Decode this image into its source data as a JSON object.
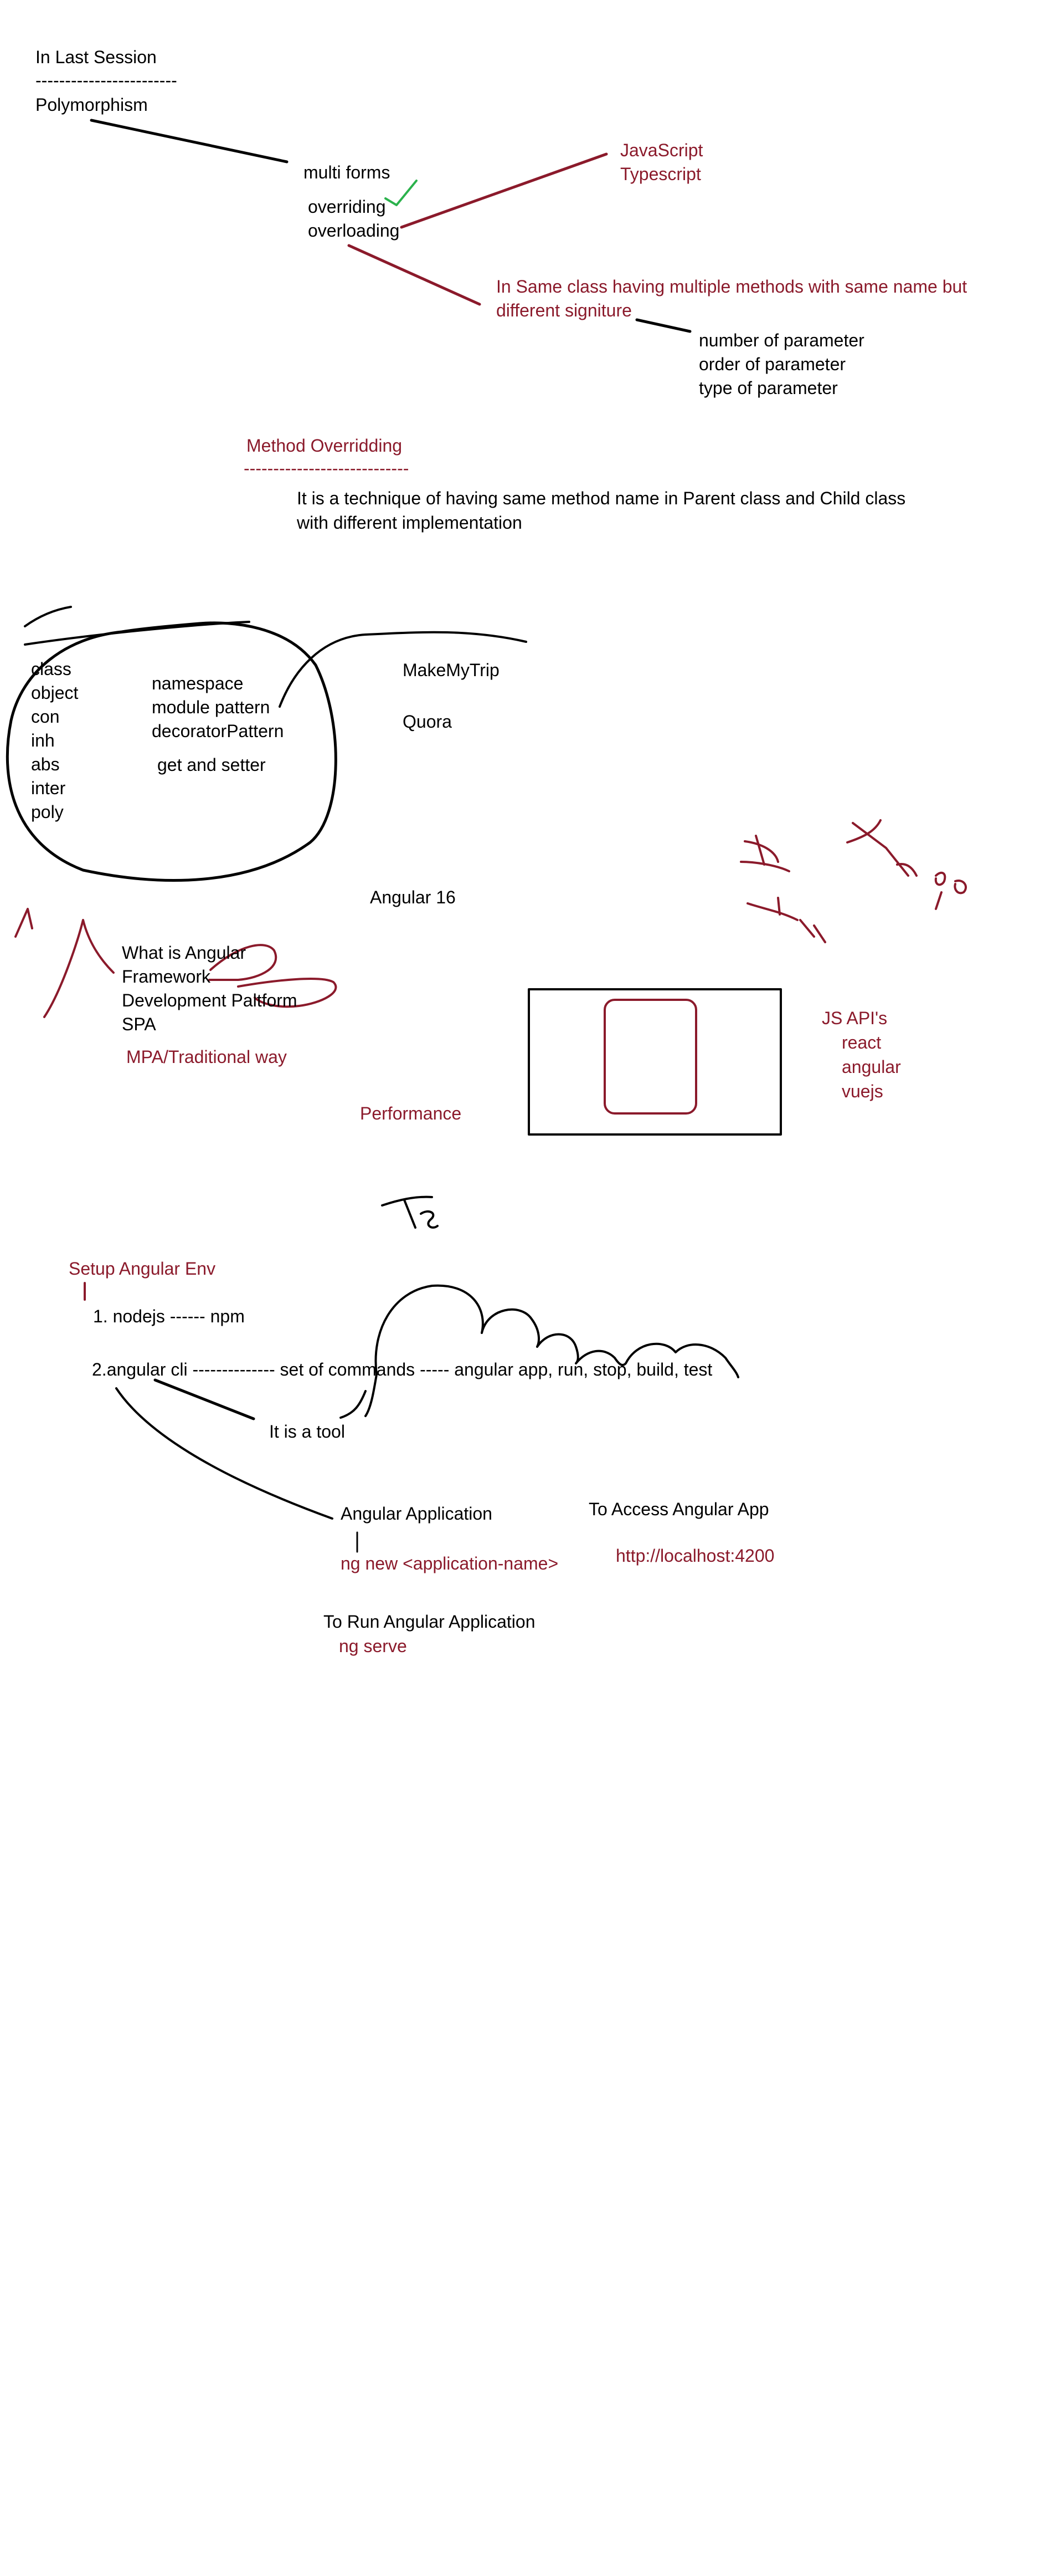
{
  "colors": {
    "text": "#000000",
    "accent_red": "#8b1a2b",
    "check_green": "#2bb24c"
  },
  "session": {
    "heading": "In Last Session",
    "divider": "------------------------",
    "topic": "Polymorphism"
  },
  "polymorphism": {
    "multi_forms": "multi forms",
    "overriding": "overriding",
    "overloading": "overloading",
    "langs": [
      "JavaScript",
      "Typescript"
    ],
    "overloading_def_1": "In Same class having multiple methods with same name but",
    "overloading_def_2": "different signiture",
    "params": [
      "number of parameter",
      "order of parameter",
      "type of parameter"
    ]
  },
  "overriding_section": {
    "title": "Method Overridding",
    "divider": "----------------------------",
    "desc_1": "It is a technique of having same method name in Parent class and Child class",
    "desc_2": "with different implementation"
  },
  "oop_list": [
    "class",
    "object",
    "con",
    "inh",
    "abs",
    "inter",
    "poly"
  ],
  "patterns": {
    "namespace": "namespace",
    "module": "module pattern",
    "decorator": "decoratorPattern",
    "getset": "get and setter"
  },
  "sites": [
    "MakeMyTrip",
    "Quora"
  ],
  "angular_title": "Angular 16",
  "angular_list": [
    "What is Angular",
    "Framework",
    "Development Paltform",
    "SPA"
  ],
  "mpa": "MPA/Traditional way",
  "performance": "Performance",
  "js_apis": {
    "title": "JS API's",
    "items": [
      "react",
      "angular",
      "vuejs"
    ]
  },
  "setup": {
    "title": "Setup Angular Env",
    "bar": "|",
    "step1": "1. nodejs ------ npm",
    "step2": "2.angular cli -------------- set of commands ----- angular app, run, stop, build, test",
    "tool": "It is a tool",
    "app": "Angular Application",
    "pipe": "|",
    "ng_new": "ng new <application-name>",
    "access": "To Access Angular App",
    "url": "http://localhost:4200",
    "run": "To Run Angular Application",
    "ng_serve": "ng serve"
  }
}
